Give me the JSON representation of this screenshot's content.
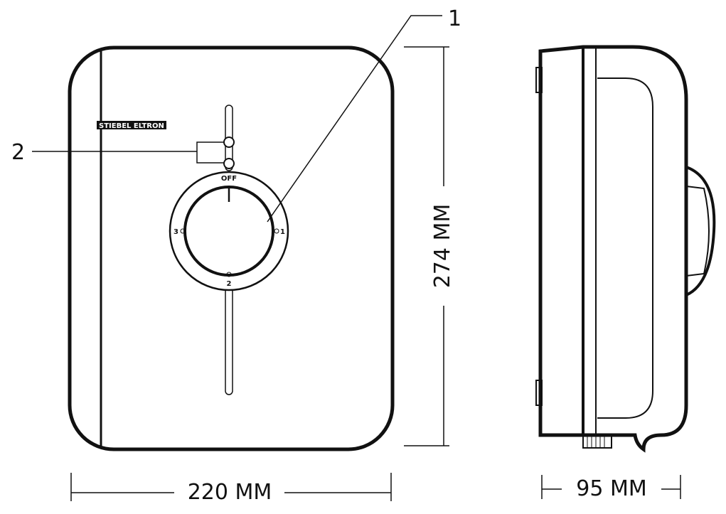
{
  "callouts": {
    "dial": "1",
    "indicator_lights": "2"
  },
  "brand": "STIEBEL ELTRON",
  "dial": {
    "off": "OFF",
    "pos1": "1",
    "pos2": "2",
    "pos3": "3"
  },
  "dimensions": {
    "height": "274 MM",
    "width": "220 MM",
    "depth": "95 MM"
  }
}
